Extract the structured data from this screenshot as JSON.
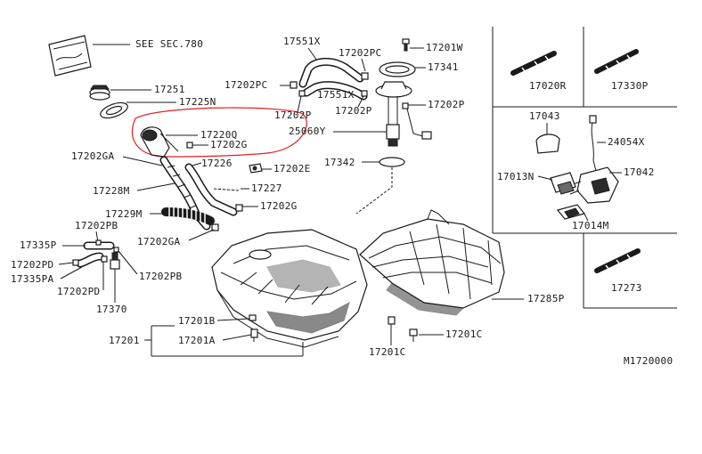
{
  "diagram": {
    "code": "M1720000",
    "highlight_color": "#e02020",
    "labels": {
      "see_sec": "SEE SEC.780",
      "p17251": "17251",
      "p17225N": "17225N",
      "p17220Q": "17220Q",
      "p17202G_a": "17202G",
      "p17202GA_a": "17202GA",
      "p17226": "17226",
      "p17202E": "17202E",
      "p17227": "17227",
      "p17202G_b": "17202G",
      "p17228M": "17228M",
      "p17229M": "17229M",
      "p17202GA_b": "17202GA",
      "p17202PB_a": "17202PB",
      "p17335P": "17335P",
      "p17202PD_a": "17202PD",
      "p17335PA": "17335PA",
      "p17202PD_b": "17202PD",
      "p17370": "17370",
      "p17202PB_b": "17202PB",
      "p17551X_a": "17551X",
      "p17202PC_a": "17202PC",
      "p17202PC_b": "17202PC",
      "p17551X_b": "17551X",
      "p17202P_a": "17202P",
      "p17202P_b": "17202P",
      "p17201W": "17201W",
      "p17341": "17341",
      "p17202P_c": "17202P",
      "p25060Y": "25060Y",
      "p17342": "17342",
      "p17201B": "17201B",
      "p17201": "17201",
      "p17201A": "17201A",
      "p17201C_a": "17201C",
      "p17201C_b": "17201C",
      "p17285P": "17285P",
      "p17020R": "17020R",
      "p17330P": "17330P",
      "p17043": "17043",
      "p24054X": "24054X",
      "p17013N": "17013N",
      "p17042": "17042",
      "p17014M": "17014M",
      "p17273": "17273"
    }
  }
}
